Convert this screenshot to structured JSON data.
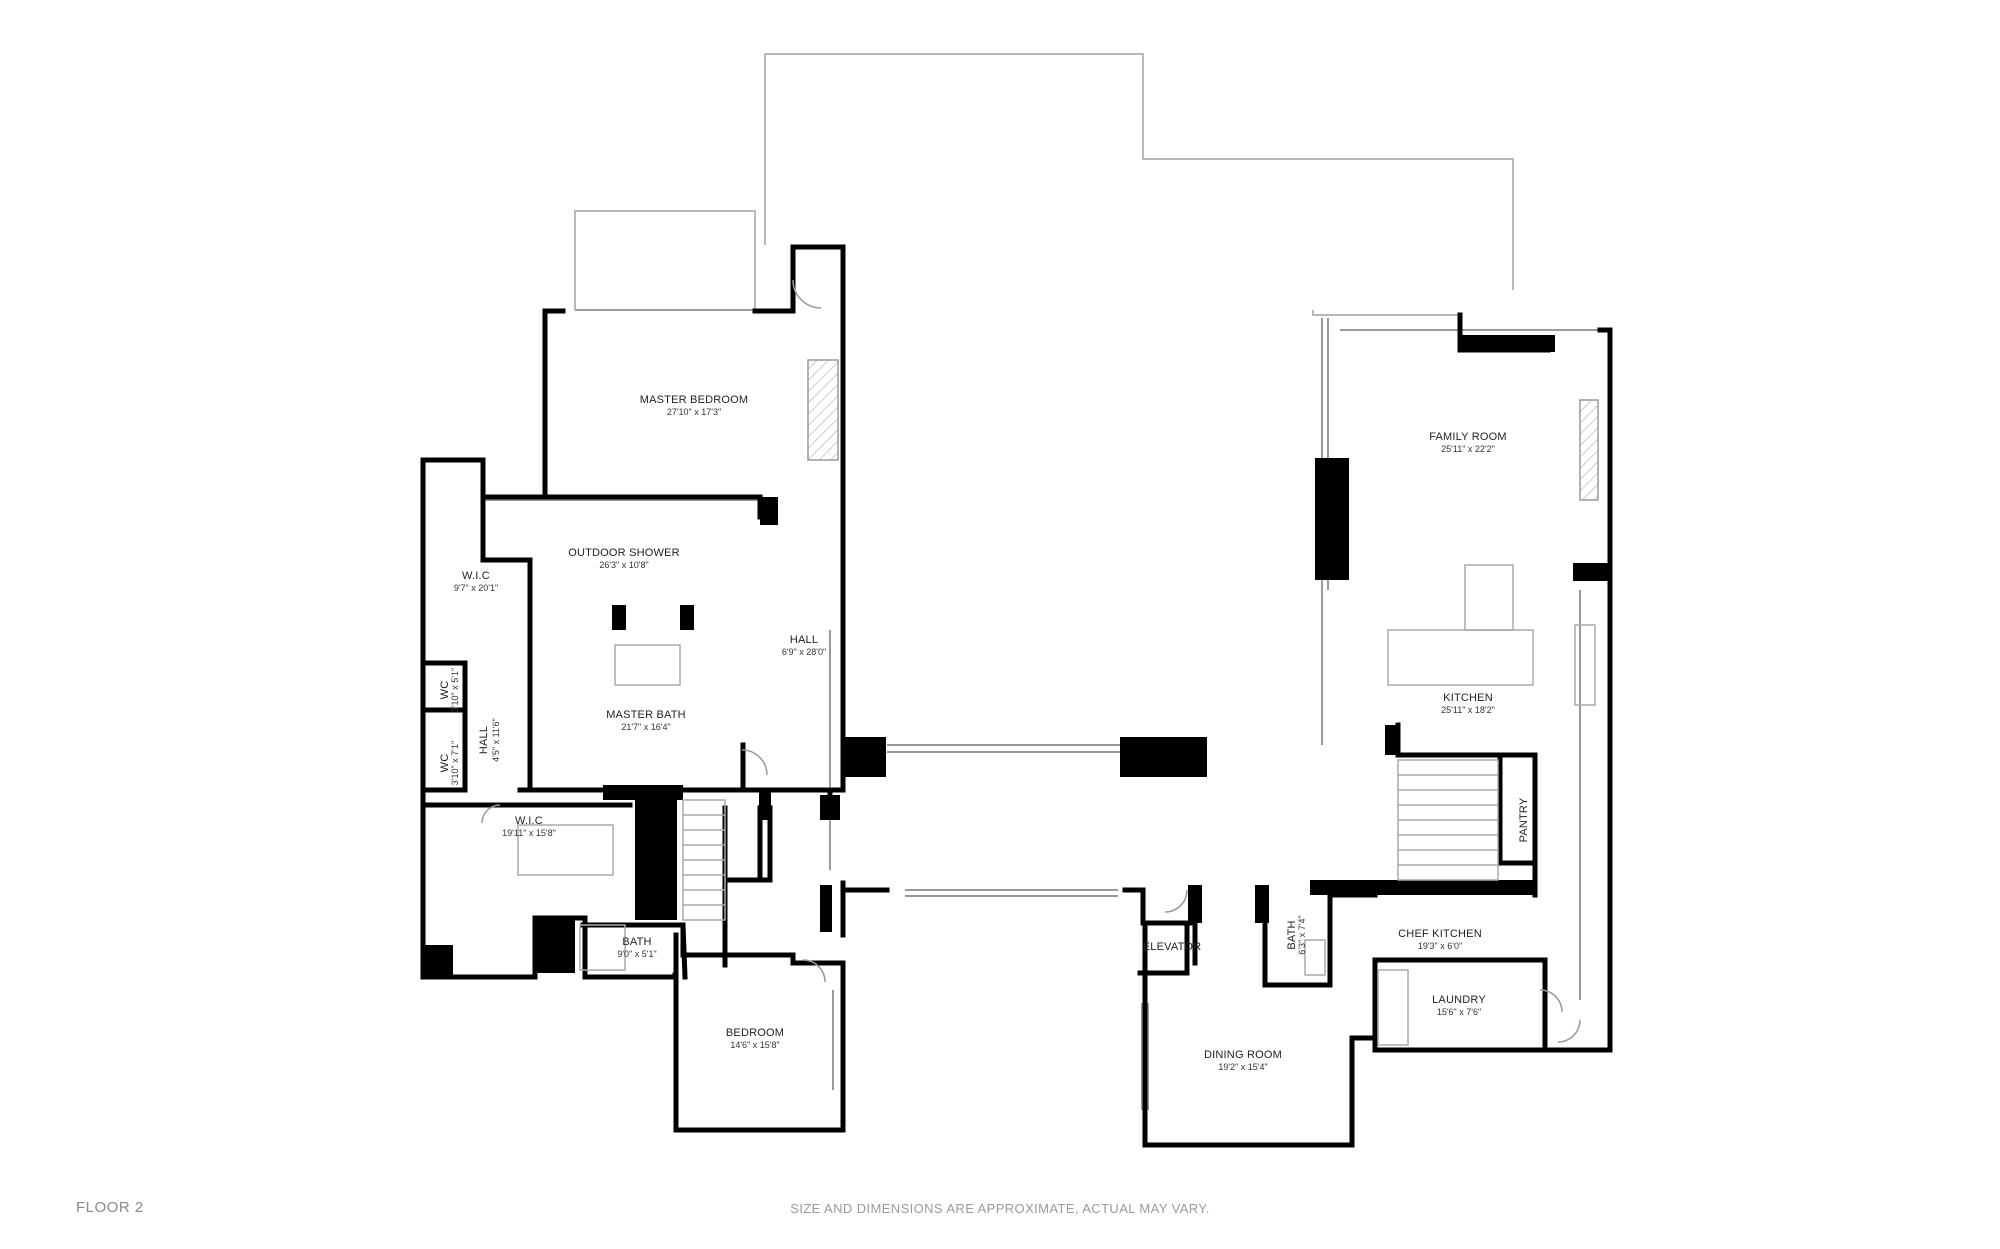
{
  "floor_label": "FLOOR 2",
  "disclaimer": "SIZE AND DIMENSIONS ARE APPROXIMATE, ACTUAL MAY VARY.",
  "rooms": {
    "master_bedroom": {
      "name": "MASTER BEDROOM",
      "dim": "27'10\" x 17'3\""
    },
    "outdoor_shower": {
      "name": "OUTDOOR SHOWER",
      "dim": "26'3\" x 10'8\""
    },
    "wic_upper": {
      "name": "W.I.C",
      "dim": "9'7\" x 20'1\""
    },
    "hall_main": {
      "name": "HALL",
      "dim": "6'9\" x 28'0\""
    },
    "wc_upper": {
      "name": "WC",
      "dim": "3'10\" x 5'1\""
    },
    "wc_lower": {
      "name": "WC",
      "dim": "3'10\" x 7'1\""
    },
    "hall_small": {
      "name": "HALL",
      "dim": "4'5\" x 11'6\""
    },
    "master_bath": {
      "name": "MASTER BATH",
      "dim": "21'7\" x 16'4\""
    },
    "wic_lower": {
      "name": "W.I.C",
      "dim": "19'11\" x 15'8\""
    },
    "bath_left": {
      "name": "BATH",
      "dim": "9'0\" x 5'1\""
    },
    "bedroom": {
      "name": "BEDROOM",
      "dim": "14'6\" x 15'8\""
    },
    "family_room": {
      "name": "FAMILY ROOM",
      "dim": "25'11\" x 22'2\""
    },
    "kitchen": {
      "name": "KITCHEN",
      "dim": "25'11\" x 18'2\""
    },
    "pantry": {
      "name": "PANTRY"
    },
    "elevator": {
      "name": "ELEVATOR"
    },
    "bath_right": {
      "name": "BATH",
      "dim": "6'3\" x 7'4\""
    },
    "chef_kitchen": {
      "name": "CHEF KITCHEN",
      "dim": "19'3\" x 6'0\""
    },
    "laundry": {
      "name": "LAUNDRY",
      "dim": "15'6\" x 7'6\""
    },
    "dining_room": {
      "name": "DINING ROOM",
      "dim": "19'2\" x 15'4\""
    }
  },
  "colors": {
    "wall": "#000000",
    "outline": "#b8b8b8",
    "text": "#222222",
    "footer": "#8a8a8a"
  }
}
